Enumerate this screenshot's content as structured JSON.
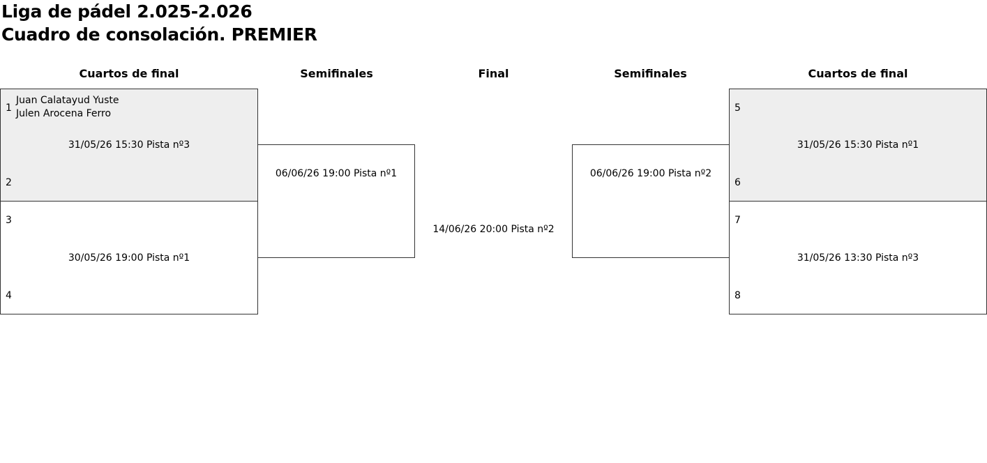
{
  "title_line1": "Liga de pádel 2.025-2.026",
  "title_line2": "Cuadro de consolación. PREMIER",
  "headers": {
    "left_quarters": "Cuartos de final",
    "left_semis": "Semifinales",
    "final": "Final",
    "right_semis": "Semifinales",
    "right_quarters": "Cuartos de final"
  },
  "left_quarters": [
    {
      "seed_top": "1",
      "seed_bottom": "2",
      "players_top": [
        "Juan Calatayud Yuste",
        "Julen Arocena Ferro"
      ],
      "info": "31/05/26 15:30 Pista nº3"
    },
    {
      "seed_top": "3",
      "seed_bottom": "4",
      "info": "30/05/26 19:00 Pista nº1"
    }
  ],
  "left_semi": {
    "info": "06/06/26 19:00 Pista nº1"
  },
  "final": {
    "info": "14/06/26 20:00 Pista nº2"
  },
  "right_semi": {
    "info": "06/06/26 19:00 Pista nº2"
  },
  "right_quarters": [
    {
      "seed_top": "5",
      "seed_bottom": "6",
      "info": "31/05/26 15:30 Pista nº1"
    },
    {
      "seed_top": "7",
      "seed_bottom": "8",
      "info": "31/05/26 13:30 Pista nº3"
    }
  ]
}
